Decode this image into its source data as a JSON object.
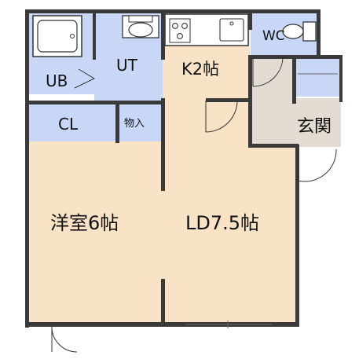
{
  "rooms": {
    "ub": {
      "label": "UB"
    },
    "ut": {
      "label": "UT"
    },
    "kitchen": {
      "label": "K2帖"
    },
    "wc": {
      "label": "WC"
    },
    "cl": {
      "label": "CL"
    },
    "storage": {
      "label": "物入"
    },
    "entrance": {
      "label": "玄関"
    },
    "western_room": {
      "label": "洋室6帖"
    },
    "ld": {
      "label": "LD7.5帖"
    }
  },
  "colors": {
    "wall": "#3a3a3a",
    "wet_area": "#c9d7f7",
    "living_area": "#f9e3c6",
    "entrance": "#e2dcd3",
    "fixture": "#ffffff"
  }
}
